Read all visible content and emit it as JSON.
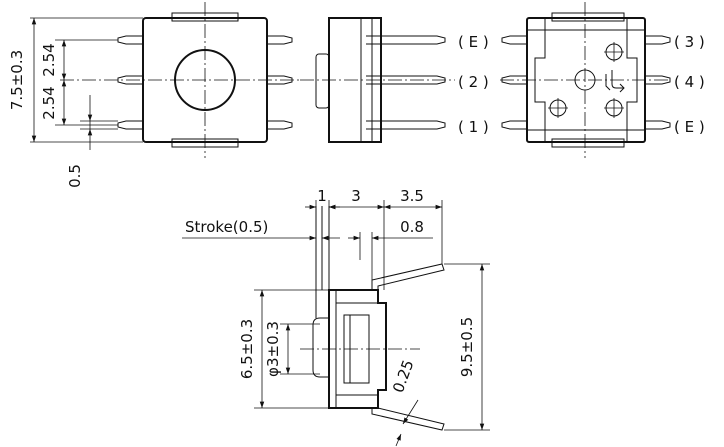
{
  "front_view": {
    "height_dim": "7.5±0.3",
    "pitch_top": "2.54",
    "pitch_bottom": "2.54",
    "pin_thickness": "0.5"
  },
  "bottom_view": {
    "pins_left": [
      "( E )",
      "( 2 )",
      "( 1 )"
    ],
    "pins_right": [
      "( 3 )",
      "( 4 )",
      "( E )"
    ]
  },
  "side_view": {
    "stroke_label": "Stroke(0.5)",
    "dim_1": "1",
    "dim_3": "3",
    "dim_3_5": "3.5",
    "dim_0_8": "0.8",
    "dim_6_5": "6.5±0.3",
    "dim_phi3": "φ3±0.3",
    "dim_9_5": "9.5±0.5",
    "dim_0_25": "0.25"
  }
}
